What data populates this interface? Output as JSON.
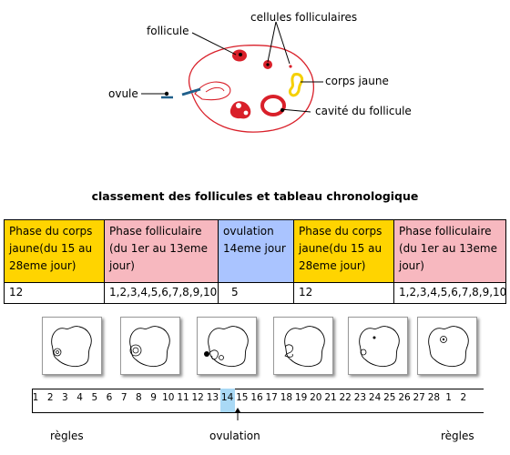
{
  "labels": {
    "follicule": "follicule",
    "cellules": "cellules folliculaires",
    "corps_jaune": "corps jaune",
    "ovule": "ovule",
    "cavite": "cavité du follicule"
  },
  "table": {
    "title": "classement des follicules et tableau chronologique",
    "headers": [
      {
        "text": "Phase du corps jaune(du 15 au 28eme jour)",
        "color": "#ffd400"
      },
      {
        "text": "Phase folliculaire (du 1er au 13eme jour)",
        "color": "#f7b8bf"
      },
      {
        "text": "ovulation 14eme jour",
        "color": "#aac4ff"
      },
      {
        "text": "Phase du corps jaune(du 15 au 28eme jour)",
        "color": "#ffd400"
      },
      {
        "text": "Phase folliculaire (du 1er au 13eme jour)",
        "color": "#f7b8bf"
      }
    ],
    "values": [
      "12",
      "1,2,3,4,5,6,7,8,9,10",
      "5",
      "12",
      "1,2,3,4,5,6,7,8,9,10"
    ]
  },
  "timeline": {
    "days": [
      "1",
      "2",
      "3",
      "4",
      "5",
      "6",
      "7",
      "8",
      "9",
      "10",
      "11",
      "12",
      "13",
      "14",
      "15",
      "16",
      "17",
      "18",
      "19",
      "20",
      "21",
      "22",
      "23",
      "24",
      "25",
      "26",
      "27",
      "28",
      "1",
      "2"
    ],
    "highlight_day": "14",
    "highlight_color": "#a9d9f5",
    "left_label": "règles",
    "center_label": "ovulation",
    "right_label": "règles"
  },
  "colors": {
    "red": "#d9202a",
    "yellow": "#f5d000",
    "blue": "#1f5f8b",
    "outline_pink": "#d9202a"
  }
}
